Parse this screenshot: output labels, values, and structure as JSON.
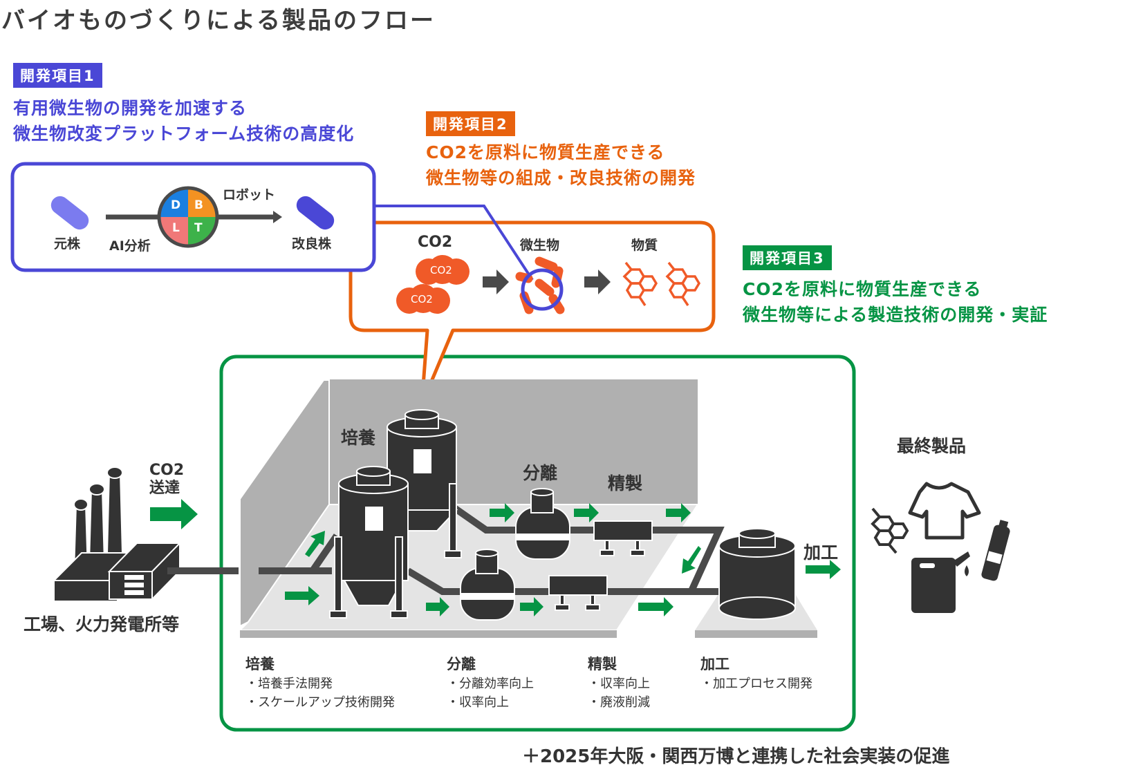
{
  "title": "バイオものづくりによる製品のフロー",
  "item1": {
    "tag": "開発項目1",
    "line1": "有用微生物の開発を加速する",
    "line2": "微生物改変プラットフォーム技術の高度化",
    "diagram": {
      "original_strain": "元株",
      "ai_analysis": "AI分析",
      "robot": "ロボット",
      "improved_strain": "改良株",
      "dbtl": [
        "D",
        "B",
        "L",
        "T"
      ]
    }
  },
  "item2": {
    "tag": "開発項目2",
    "line1": "CO2を原料に物質生産できる",
    "line2": "微生物等の組成・改良技術の開発",
    "diagram": {
      "co2_label": "CO2",
      "co2_cloud_1": "CO2",
      "co2_cloud_2": "CO2",
      "microbe_label": "微生物",
      "substance_label": "物質"
    }
  },
  "item3": {
    "tag": "開発項目3",
    "line1": "CO2を原料に物質生産できる",
    "line2": "微生物等による製造技術の開発・実証"
  },
  "factory": {
    "co2_label": "CO2",
    "send_label": "送達",
    "caption": "工場、火力発電所等"
  },
  "plant": {
    "culture_label": "培養",
    "separation_label": "分離",
    "purification_label": "精製",
    "processing_label": "加工"
  },
  "final_products": {
    "label": "最終製品"
  },
  "stages": [
    {
      "heading": "培養",
      "bullets": [
        "・培養手法開発",
        "・スケールアップ技術開発"
      ]
    },
    {
      "heading": "分離",
      "bullets": [
        "・分離効率向上",
        "・収率向上"
      ]
    },
    {
      "heading": "精製",
      "bullets": [
        "・収率向上",
        "・廃液削減"
      ]
    },
    {
      "heading": "加工",
      "bullets": [
        "・加工プロセス開発"
      ]
    }
  ],
  "footer": "＋2025年大阪・関西万博と連携した社会実装の促進",
  "colors": {
    "blue": "#4a47d6",
    "blue_light": "#7b7bef",
    "orange": "#e8620e",
    "orange_fill": "#f05a28",
    "green": "#069444",
    "dark": "#333333",
    "dbtl_d": "#1a7fe0",
    "dbtl_b": "#f39222",
    "dbtl_l": "#f07878",
    "dbtl_t": "#3db24a"
  }
}
